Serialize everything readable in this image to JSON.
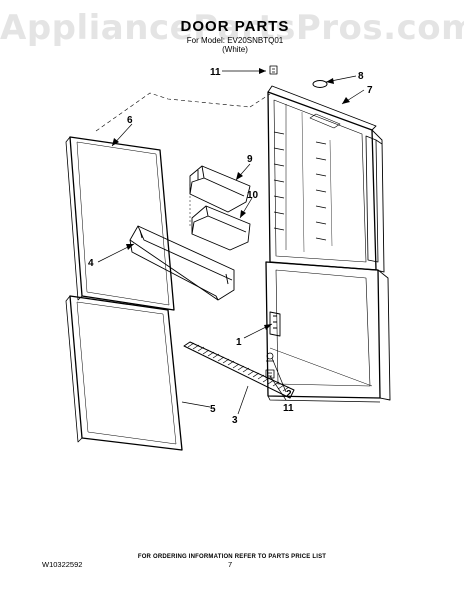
{
  "watermark": "AppliancePartsPros.com",
  "header": {
    "title": "DOOR PARTS",
    "model_line": "For Model: EV20SNBTQ01",
    "color_line": "(White)"
  },
  "callouts": {
    "c1": "1",
    "c2": "2",
    "c3": "3",
    "c4": "4",
    "c5": "5",
    "c6": "6",
    "c7": "7",
    "c8": "8",
    "c9": "9",
    "c10": "10",
    "c11a": "11",
    "c11b": "11"
  },
  "footer": {
    "note": "FOR ORDERING INFORMATION REFER TO PARTS PRICE LIST",
    "doc_number": "W10322592",
    "page_number": "7"
  }
}
